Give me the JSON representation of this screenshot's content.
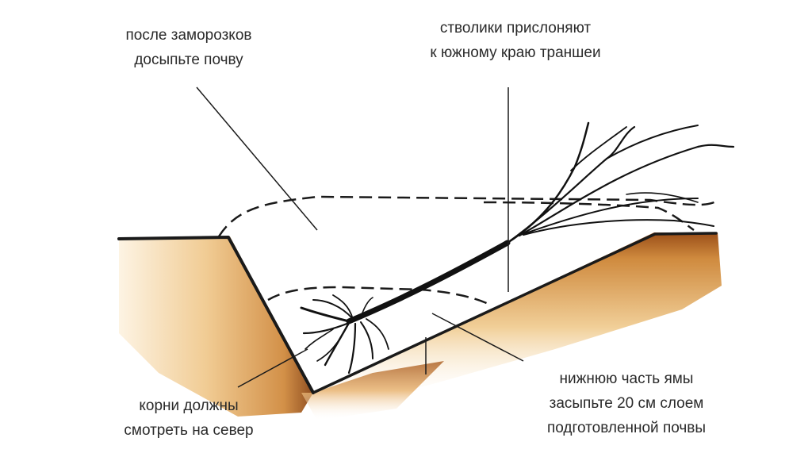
{
  "diagram": {
    "type": "planting-trench-cross-section",
    "colors": {
      "soil_light": "#f3d7a8",
      "soil_mid": "#d99a4e",
      "soil_dark": "#7a3e12",
      "outline": "#1a1a1a",
      "background": "#ffffff"
    },
    "annotations": [
      {
        "id": "top-left",
        "lines": [
          "после заморозков",
          "досыпьте почву"
        ]
      },
      {
        "id": "top-right",
        "lines": [
          "стволики прислоняют",
          "к южному краю траншеи"
        ]
      },
      {
        "id": "bottom-left",
        "lines": [
          "корни должны",
          "смотреть на север"
        ]
      },
      {
        "id": "bottom-right",
        "lines": [
          "нижнюю часть ямы",
          "засыпьте 20 см слоем",
          "подготовленной почвы"
        ]
      }
    ]
  }
}
